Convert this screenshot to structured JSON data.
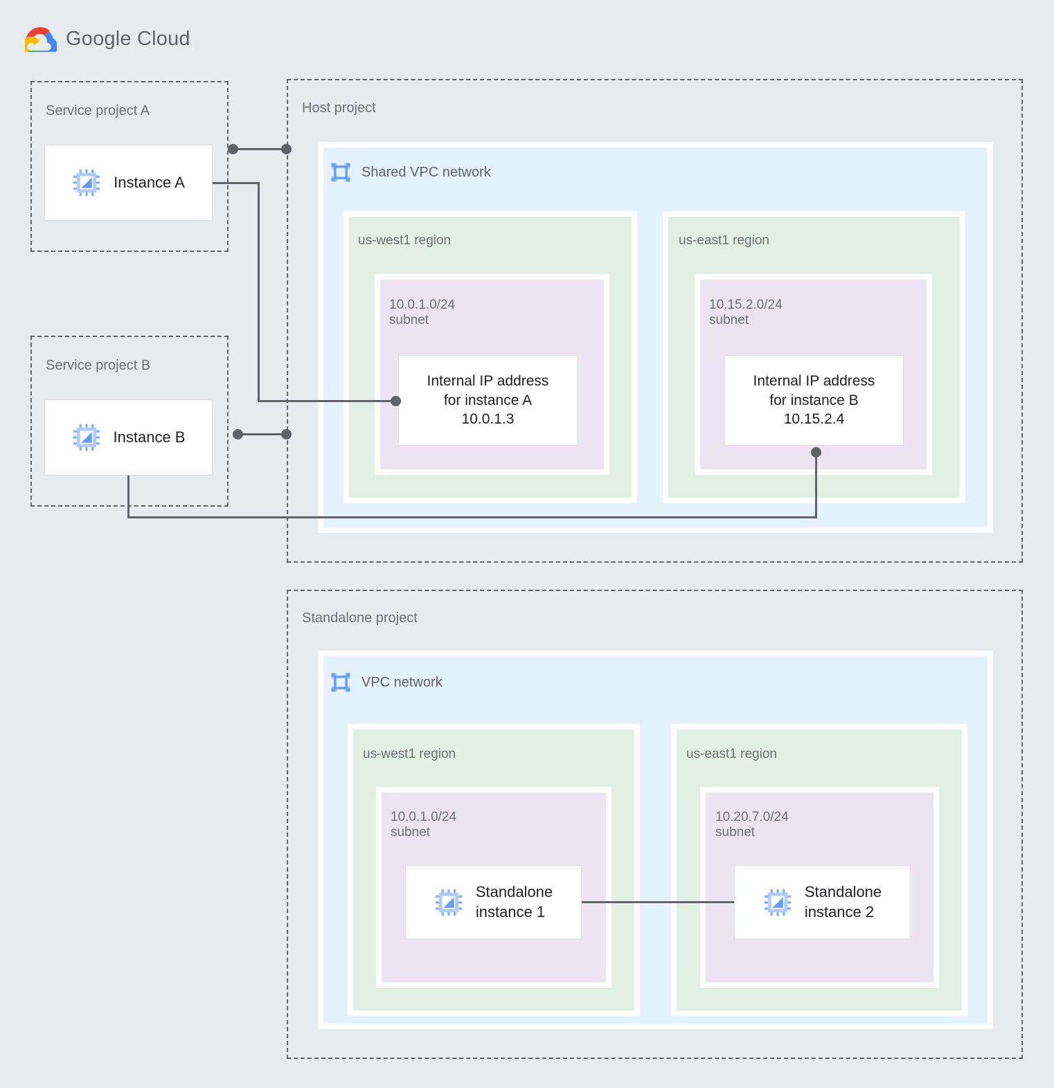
{
  "brand": {
    "name_bold": "Google",
    "name_light": " Cloud",
    "logo_icon": "google-cloud-logo",
    "colors": {
      "red": "#ea4335",
      "blue": "#4285f4",
      "yellow": "#fbbc04",
      "green": "#34a853"
    }
  },
  "colors": {
    "background": "#e8ebed",
    "project_border": "#5f6368",
    "vpc_fill": "#e3f2fd",
    "region_fill": "#e2efe5",
    "subnet_fill": "#ece4f2",
    "card_fill": "#ffffff",
    "connector": "#5f6368",
    "label_text": "#6d7175",
    "body_text": "#202124",
    "icon_blue": "#669df6"
  },
  "projects": {
    "service_a": {
      "label": "Service project A",
      "instance": {
        "name": "Instance A",
        "icon": "vm-instance-icon"
      }
    },
    "service_b": {
      "label": "Service project B",
      "instance": {
        "name": "Instance B",
        "icon": "vm-instance-icon"
      }
    },
    "host": {
      "label": "Host project",
      "network": {
        "title": "Shared VPC network",
        "icon": "vpc-network-icon",
        "regions": [
          {
            "name": "us-west1 region",
            "subnet": {
              "cidr": "10.0.1.0/24",
              "kind": "subnet",
              "label": "10.0.1.0/24\nsubnet"
            },
            "card": {
              "text": "Internal IP address\nfor instance A\n10.0.1.3",
              "line1": "Internal IP address",
              "line2": "for instance A",
              "ip": "10.0.1.3"
            }
          },
          {
            "name": "us-east1 region",
            "subnet": {
              "cidr": "10.15.2.0/24",
              "kind": "subnet",
              "label": "10.15.2.0/24\nsubnet"
            },
            "card": {
              "text": "Internal IP address\nfor instance B\n10.15.2.4",
              "line1": "Internal IP address",
              "line2": "for instance B",
              "ip": "10.15.2.4"
            }
          }
        ]
      }
    },
    "standalone": {
      "label": "Standalone project",
      "network": {
        "title": "VPC network",
        "icon": "vpc-network-icon",
        "regions": [
          {
            "name": "us-west1 region",
            "subnet": {
              "cidr": "10.0.1.0/24",
              "kind": "subnet",
              "label": "10.0.1.0/24\nsubnet"
            },
            "instance": {
              "name": "Standalone\ninstance 1",
              "icon": "vm-instance-icon"
            }
          },
          {
            "name": "us-east1 region",
            "subnet": {
              "cidr": "10.20.7.0/24",
              "kind": "subnet",
              "label": "10.20.7.0/24\nsubnet"
            },
            "instance": {
              "name": "Standalone\ninstance 2",
              "icon": "vm-instance-icon"
            }
          }
        ]
      }
    }
  }
}
